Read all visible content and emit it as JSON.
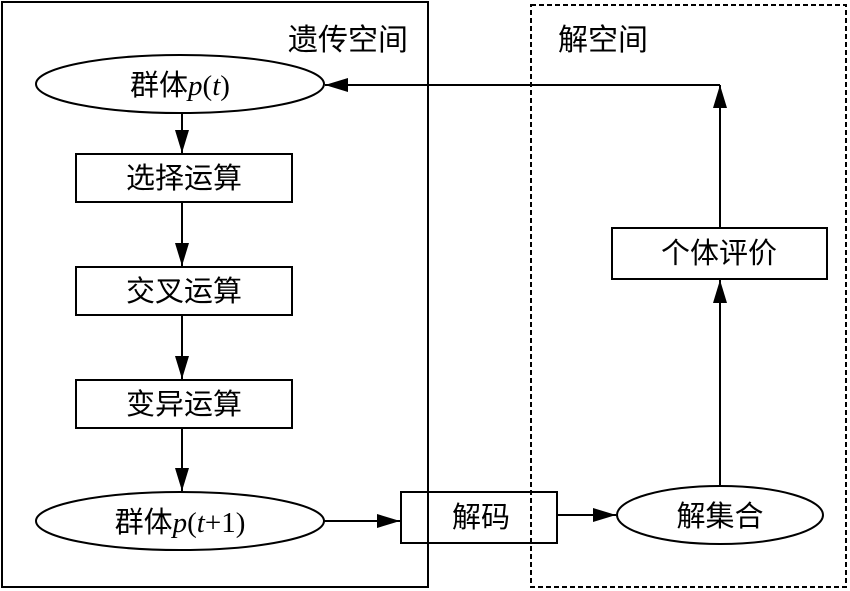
{
  "regions": {
    "genetic_space": "遗传空间",
    "solution_space": "解空间"
  },
  "nodes": {
    "population_t": {
      "prefix": "群体",
      "func": "p",
      "open": "(",
      "var": "t",
      "close": ")"
    },
    "selection": "选择运算",
    "crossover": "交叉运算",
    "mutation": "变异运算",
    "population_t1": {
      "prefix": "群体",
      "func": "p",
      "open": "(",
      "var": "t",
      "plus": "+1",
      "close": ")"
    },
    "decode": "解码",
    "solution_set": "解集合",
    "evaluation": "个体评价"
  },
  "colors": {
    "line": "#000000",
    "background": "#ffffff"
  }
}
